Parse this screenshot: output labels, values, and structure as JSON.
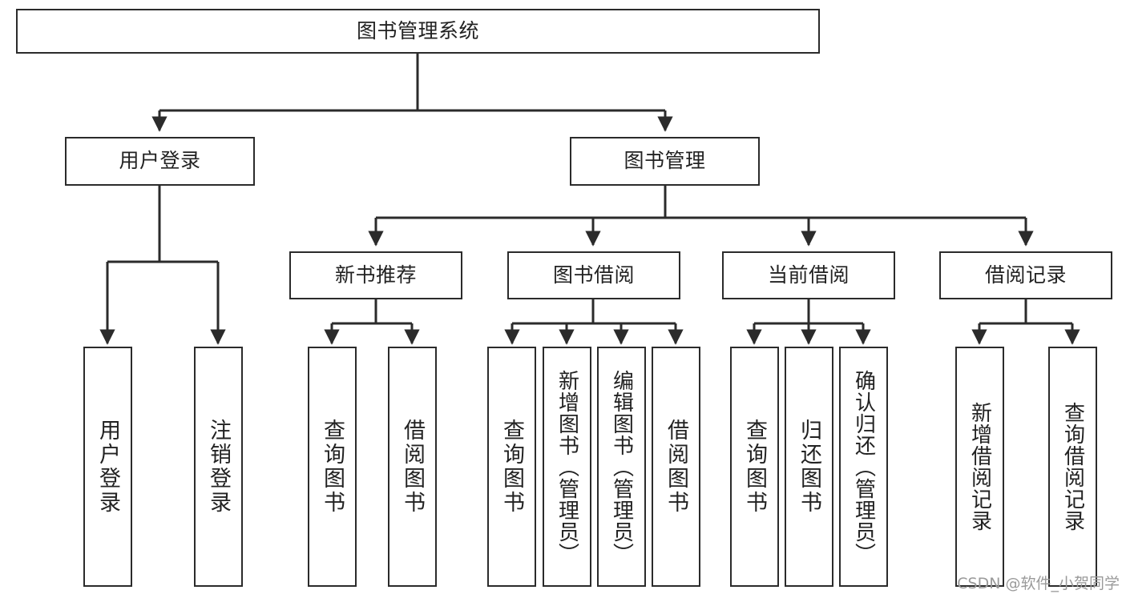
{
  "diagram": {
    "title": "图书管理系统",
    "type": "tree-hierarchy",
    "watermark": "CSDN @软件_小贺同学",
    "colors": {
      "box_border": "#2b2b2b",
      "box_fill": "#ffffff",
      "connector": "#2b2b2b",
      "text": "#222222",
      "watermark": "#9a9a9a"
    },
    "root": {
      "label": "图书管理系统"
    },
    "level2": [
      {
        "label": "用户登录"
      },
      {
        "label": "图书管理"
      }
    ],
    "level3": [
      {
        "label": "新书推荐"
      },
      {
        "label": "图书借阅"
      },
      {
        "label": "当前借阅"
      },
      {
        "label": "借阅记录"
      }
    ],
    "leaves_user_login": [
      {
        "label": "用户登录"
      },
      {
        "label": "注销登录"
      }
    ],
    "leaves_new_book": [
      {
        "label": "查询图书"
      },
      {
        "label": "借阅图书"
      }
    ],
    "leaves_borrow": [
      {
        "label": "查询图书"
      },
      {
        "label": "新增图书（管理员）"
      },
      {
        "label": "编辑图书（管理员）"
      },
      {
        "label": "借阅图书"
      }
    ],
    "leaves_current": [
      {
        "label": "查询图书"
      },
      {
        "label": "归还图书"
      },
      {
        "label": "确认归还（管理员）"
      }
    ],
    "leaves_records": [
      {
        "label": "新增借阅记录"
      },
      {
        "label": "查询借阅记录"
      }
    ]
  }
}
